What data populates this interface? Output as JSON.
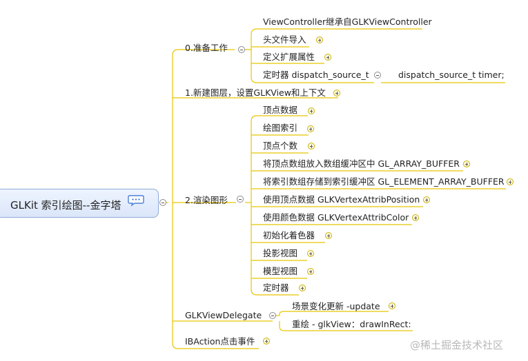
{
  "root": {
    "title": "GLKit 索引绘图--金字塔",
    "note_icon": "speech-bubble-icon"
  },
  "branches": {
    "prep": {
      "label": "0.准备工作",
      "children": [
        "ViewController继承自GLKViewController",
        "头文件导入",
        "定义扩展属性",
        "定时器 dispatch_source_t"
      ],
      "timer_child": "dispatch_source_t timer;"
    },
    "new_layer": {
      "label": "1.新建图层，设置GLKView和上下文"
    },
    "render": {
      "label": "2.渲染图形",
      "children": [
        "顶点数据",
        "绘图索引",
        "顶点个数",
        "将顶点数组放入数组缓冲区中 GL_ARRAY_BUFFER",
        "将索引数组存储到索引缓冲区 GL_ELEMENT_ARRAY_BUFFER",
        "使用顶点数据 GLKVertexAttribPosition",
        "使用颜色数据 GLKVertexAttribColor",
        "初始化着色器",
        "投影视图",
        "模型视图",
        "定时器"
      ]
    },
    "delegate": {
      "label": "GLKViewDelegate",
      "children": [
        "场景变化更新 -update",
        "重绘 - glkView：drawInRect:"
      ]
    },
    "ibaction": {
      "label": "IBAction点击事件"
    }
  },
  "watermark": "@稀土掘金技术社区",
  "colors": {
    "line": "#e8c500",
    "root_border": "#8ea8d6",
    "root_fill": "#dbe6fa",
    "plus": "#c9b100"
  }
}
